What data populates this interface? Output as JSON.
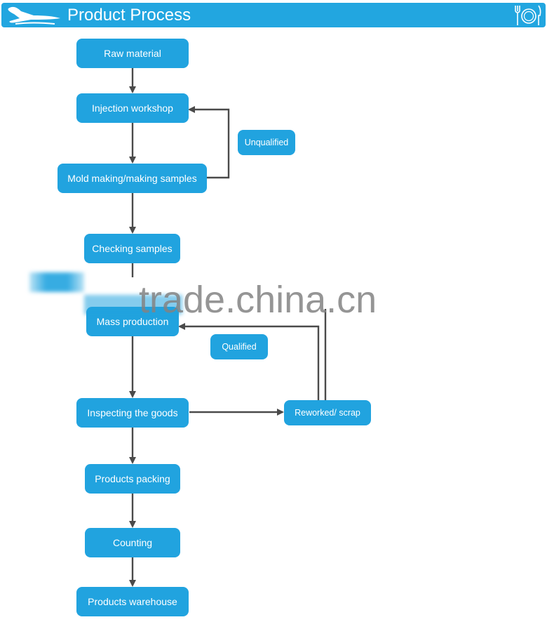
{
  "header": {
    "title": "Product Process",
    "left_icon": "airplane-icon",
    "right_icon": "plate-fork-knife-icon",
    "color": "#22a6e0"
  },
  "nodes": {
    "raw_material": "Raw material",
    "injection_workshop": "Injection workshop",
    "mold_making": "Mold making/making samples",
    "checking_samples": "Checking samples",
    "mass_production": "Mass production",
    "inspecting_goods": "Inspecting the goods",
    "reworked_scrap": "Reworked/ scrap",
    "products_packing": "Products packing",
    "counting": "Counting",
    "products_warehouse": "Products warehouse"
  },
  "labels": {
    "unqualified": "Unqualified",
    "qualified": "Qualified"
  },
  "watermark": {
    "text": "trade.china.cn"
  },
  "colors": {
    "node_fill": "#21a3df",
    "node_text": "#ffffff",
    "arrow": "#4a4a4a"
  }
}
